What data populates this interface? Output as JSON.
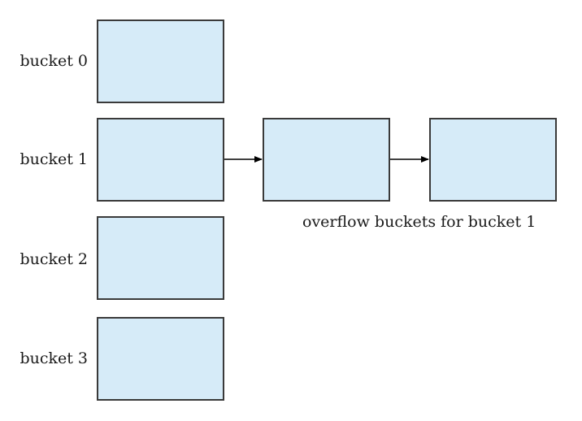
{
  "buckets": [
    {
      "label": "bucket 0"
    },
    {
      "label": "bucket 1"
    },
    {
      "label": "bucket 2"
    },
    {
      "label": "bucket 3"
    }
  ],
  "overflow_caption": "overflow buckets for bucket 1",
  "colors": {
    "box_fill": "#d6ebf8",
    "box_border": "#3a3a3a",
    "arrow": "#000000"
  }
}
